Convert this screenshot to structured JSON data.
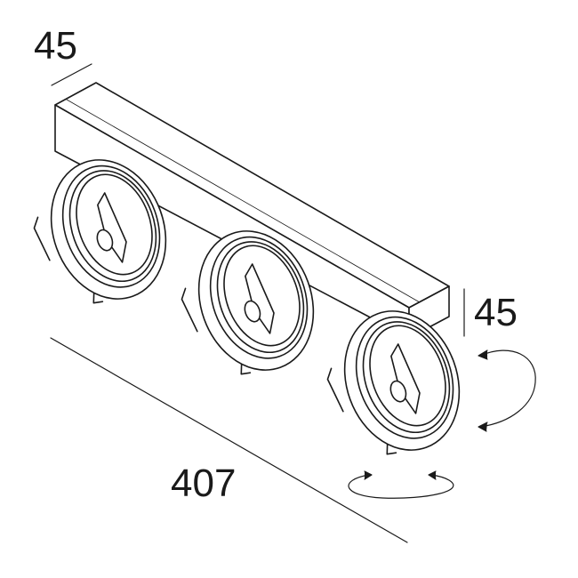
{
  "dimensions": {
    "width_label": "45",
    "height_label": "45",
    "length_label": "407"
  },
  "colors": {
    "line": "#1a1a1a",
    "background": "#ffffff"
  }
}
